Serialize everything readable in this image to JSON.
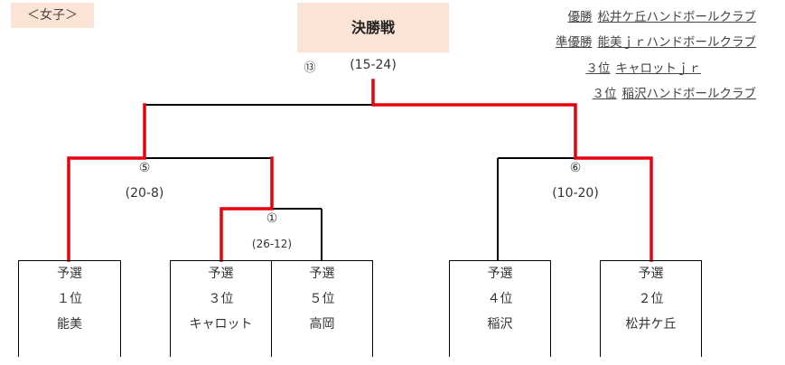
{
  "header": {
    "division_label": "＜女子＞",
    "final_title": "決勝戦"
  },
  "results": [
    {
      "rank": "優勝",
      "team": "松井ケ丘ハンドボールクラブ"
    },
    {
      "rank": "準優勝",
      "team": "能美ｊｒハンドボールクラブ"
    },
    {
      "rank": "３位",
      "team": "キャロットｊｒ"
    },
    {
      "rank": "３位",
      "team": "稲沢ハンドボールクラブ"
    }
  ],
  "matches": {
    "final": {
      "number": "⑬",
      "score": "(15-24)"
    },
    "m5": {
      "number": "⑤",
      "score": "(20-8)"
    },
    "m1": {
      "number": "①",
      "score": "(26-12)"
    },
    "m6": {
      "number": "⑥",
      "score": "(10-20)"
    }
  },
  "teams": [
    {
      "qual": "予選",
      "rank": "１位",
      "name": "能美"
    },
    {
      "qual": "予選",
      "rank": "３位",
      "name": "キャロット"
    },
    {
      "qual": "予選",
      "rank": "５位",
      "name": "高岡"
    },
    {
      "qual": "予選",
      "rank": "４位",
      "name": "稲沢"
    },
    {
      "qual": "予選",
      "rank": "２位",
      "name": "松井ケ丘"
    }
  ],
  "colors": {
    "winner_line": "#e8000b",
    "line": "#000000",
    "header_bg": "#fbe3d6"
  }
}
